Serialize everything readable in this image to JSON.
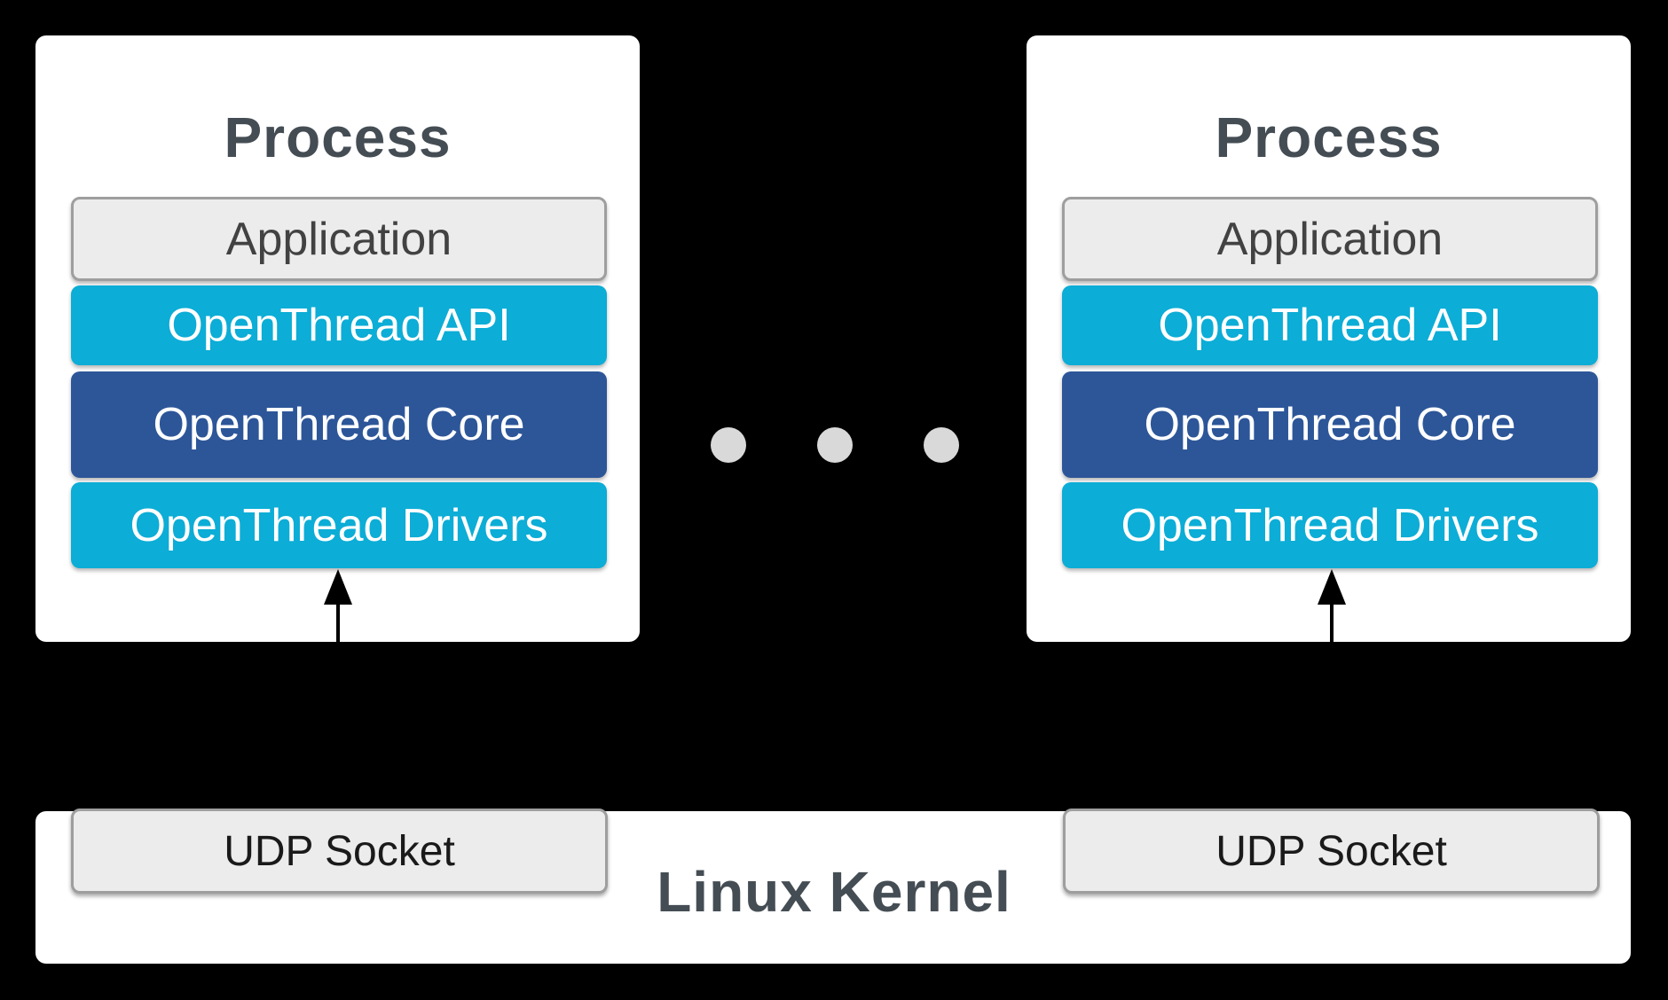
{
  "processes": [
    {
      "title": "Process",
      "layers": [
        {
          "label": "Application"
        },
        {
          "label": "OpenThread API"
        },
        {
          "label": "OpenThread Core"
        },
        {
          "label": "OpenThread Drivers"
        }
      ]
    },
    {
      "title": "Process",
      "layers": [
        {
          "label": "Application"
        },
        {
          "label": "OpenThread API"
        },
        {
          "label": "OpenThread Core"
        },
        {
          "label": "OpenThread Drivers"
        }
      ]
    }
  ],
  "ellipsis": {
    "dot_count": 3
  },
  "kernel": {
    "label": "Linux Kernel",
    "sockets": [
      {
        "label": "UDP Socket"
      },
      {
        "label": "UDP Socket"
      }
    ]
  },
  "colors": {
    "bg": "#000000",
    "card": "#ffffff",
    "title": "#454d54",
    "cyan": "#0cadd6",
    "core": "#2d5699",
    "appgray": "#ececec",
    "appborder": "#9e9e9e",
    "apptext": "#424242",
    "sockettext": "#1a1a1a",
    "dot": "#d9d9d9"
  }
}
